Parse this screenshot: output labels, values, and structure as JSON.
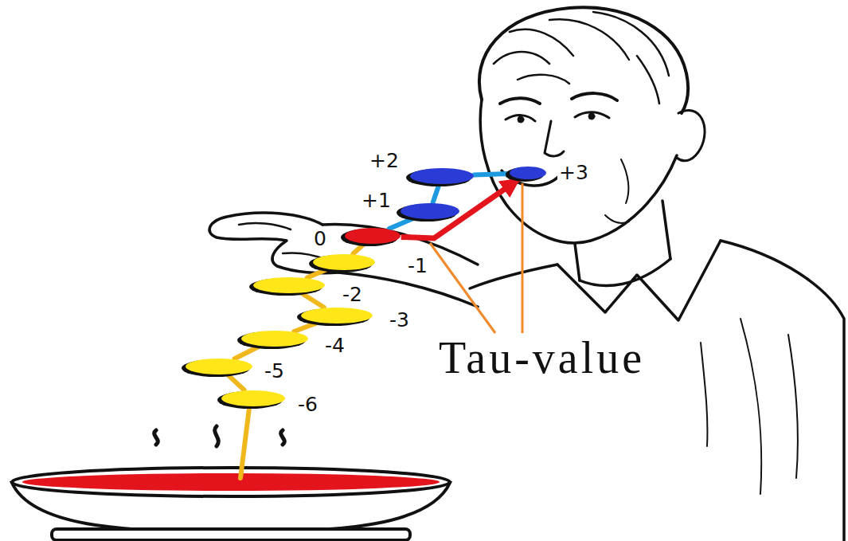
{
  "diagram": {
    "nodes": [
      {
        "text": [
          "+2"
        ]
      },
      {
        "text": [
          "+3"
        ]
      },
      {
        "text": [
          "+1"
        ]
      },
      {
        "text": [
          "0"
        ]
      },
      {
        "text": [
          "-1"
        ]
      },
      {
        "text": [
          "-2"
        ]
      },
      {
        "text": [
          "-3"
        ]
      },
      {
        "text": [
          "-4"
        ]
      },
      {
        "text": [
          "-5"
        ]
      },
      {
        "text": [
          "-6"
        ]
      }
    ],
    "edges": [
      {
        "from": 9,
        "to": 8,
        "arrow": "none"
      },
      {
        "from": 8,
        "to": 7,
        "arrow": "none"
      },
      {
        "from": 7,
        "to": 6,
        "arrow": "none"
      },
      {
        "from": 6,
        "to": 5,
        "arrow": "none"
      },
      {
        "from": 5,
        "to": 4,
        "arrow": "none"
      },
      {
        "from": 4,
        "to": 3,
        "arrow": "none"
      },
      {
        "from": 3,
        "to": 2,
        "arrow": "none"
      },
      {
        "from": 2,
        "to": 0,
        "arrow": "none"
      },
      {
        "from": 0,
        "to": 1,
        "arrow": "none"
      },
      {
        "from": 3,
        "to": 1,
        "arrow": "to"
      }
    ],
    "labels": [
      "Tau-value"
    ]
  }
}
